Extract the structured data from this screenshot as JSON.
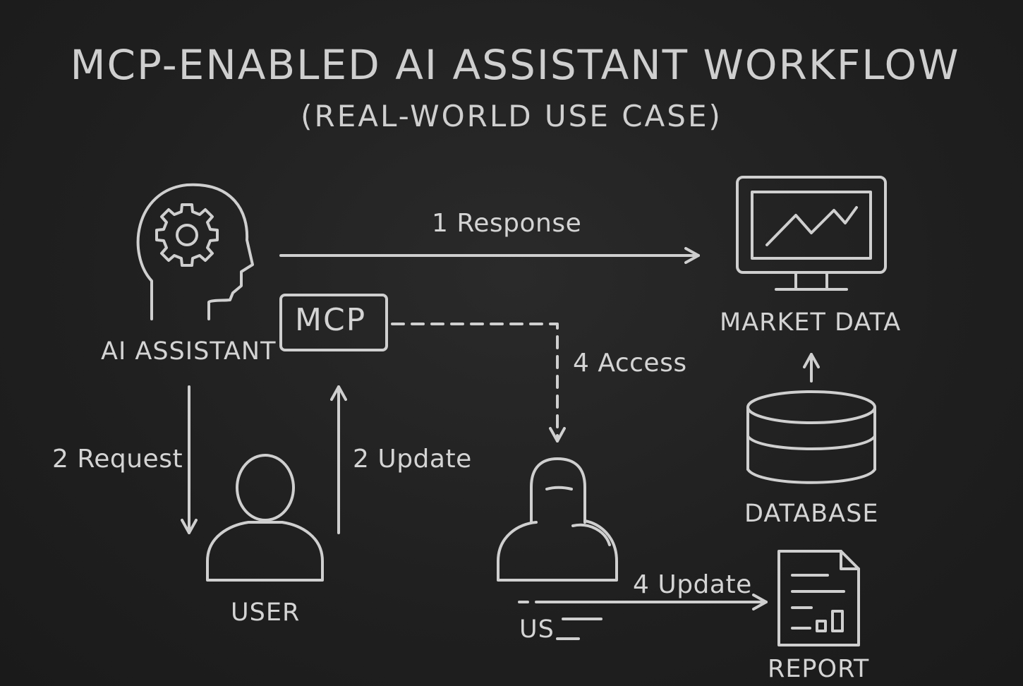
{
  "diagram": {
    "title": "MCP-ENABLED AI ASSISTANT WORKFLOW",
    "subtitle": "(REAL-WORLD USE CASE)",
    "nodes": {
      "ai_assistant": "AI ASSISTANT",
      "mcp": "MCP",
      "market_data": "MARKET DATA",
      "database": "DATABASE",
      "user": "USER",
      "user2": "US",
      "report": "REPORT"
    },
    "edges": {
      "response": "1 Response",
      "request": "2 Request",
      "update_user": "2 Update",
      "access": "4 Access",
      "update_report": "4 Update"
    },
    "icons": [
      "head-gear-icon",
      "monitor-chart-icon",
      "database-icon",
      "user-icon",
      "user-hooded-icon",
      "report-document-icon"
    ],
    "colors": {
      "background": "#1f1f1f",
      "chalk": "#cfcfcf"
    }
  }
}
